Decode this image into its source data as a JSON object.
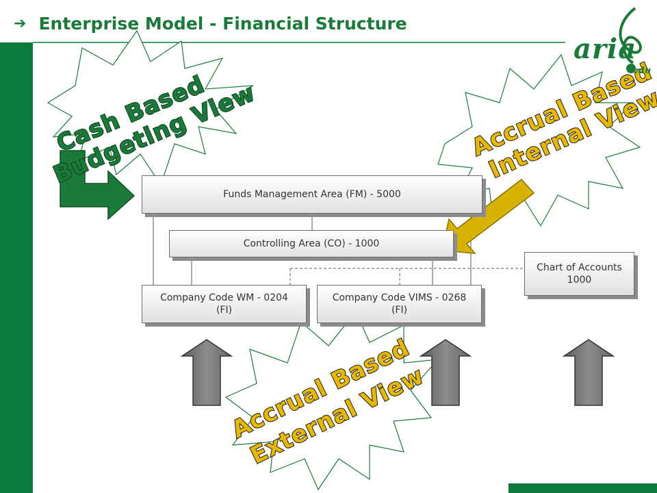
{
  "slide": {
    "bullet_glyph": "➔",
    "title": "Enterprise Model - Financial Structure"
  },
  "logo": {
    "name": "aria",
    "suffix": ".edu"
  },
  "colors": {
    "brand_green": "#1a7a3a",
    "sidebar_green": "#0b7a3a",
    "stamp_yellow": "#e8b800",
    "arrow_gray": "#7a7a7a",
    "arrow_gold": "#d7b300"
  },
  "diagram": {
    "nodes": {
      "fm": {
        "line1": "Funds Management Area (FM) - 5000"
      },
      "co": {
        "line1": "Controlling Area (CO) - 1000"
      },
      "wm": {
        "line1": "Company Code WM - 0204",
        "line2": "(FI)"
      },
      "vims": {
        "line1": "Company Code VIMS - 0268",
        "line2": "(FI)"
      },
      "coa": {
        "line1": "Chart of Accounts",
        "line2": "1000"
      }
    },
    "callouts": {
      "cash": {
        "line1": "Cash Based",
        "line2": "Budgeting View"
      },
      "accrual_internal": {
        "line1": "Accrual Based",
        "line2": "Internal View"
      },
      "accrual_external": {
        "line1": "Accrual Based",
        "line2": "External View"
      }
    }
  }
}
